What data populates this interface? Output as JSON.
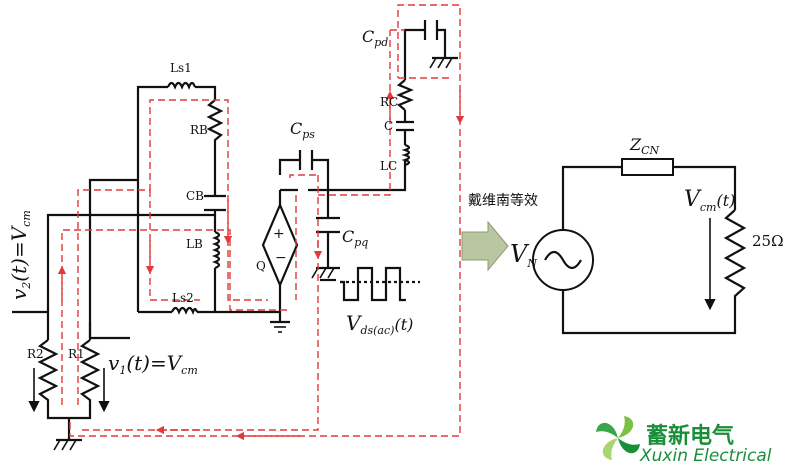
{
  "labels": {
    "v2": "v",
    "v2_sub": "2",
    "v2_rest": "(t)=V",
    "v2_sub2": "cm",
    "v1": "v",
    "v1_sub": "1",
    "v1_rest": "(t)=V",
    "v1_sub2": "cm",
    "r1": "R1",
    "r2": "R2",
    "ls1": "Ls1",
    "ls2": "Ls2",
    "rb": "RB",
    "cb": "CB",
    "lb": "LB",
    "cps": "C",
    "cps_sub": "ps",
    "cpq": "C",
    "cpq_sub": "pq",
    "q": "Q",
    "cpd": "C",
    "cpd_sub": "pd",
    "rc": "RC",
    "c": "C",
    "lc": "LC",
    "vds": "V",
    "vds_sub": "ds(ac)",
    "vds_rest": "(t)",
    "thevenin": "戴维南等效",
    "vn": "V",
    "vn_sub": "N",
    "zcn": "Z",
    "zcn_sub": "CN",
    "vcm": "V",
    "vcm_sub": "cm",
    "vcm_rest": "(t)",
    "r25": "25Ω"
  },
  "brand": {
    "name_cn": "蓄新电气",
    "name_en": "Xuxin Electrical"
  },
  "colors": {
    "wire": "#111111",
    "loop": "#e23a3a",
    "brand": "#1a8f3a",
    "arrow_fill": "#b9c7a0"
  },
  "icons": {
    "ground": "ground-icon",
    "ac_source": "ac-source-icon",
    "dependent_source": "dependent-current-source-icon",
    "square_wave": "square-wave-icon",
    "equivalence_arrow": "block-arrow-icon",
    "logo": "pinwheel-logo-icon"
  }
}
